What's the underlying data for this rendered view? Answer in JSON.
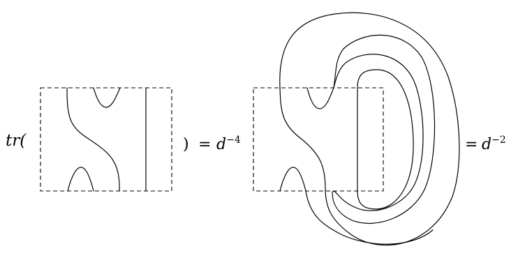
{
  "equation": {
    "trace_open": "tr(",
    "close_paren": ")",
    "equals_1": "=",
    "coef_1_base": "d",
    "coef_1_exp": "−4",
    "equals_2": "=",
    "coef_2_base": "d",
    "coef_2_exp": "−2"
  }
}
